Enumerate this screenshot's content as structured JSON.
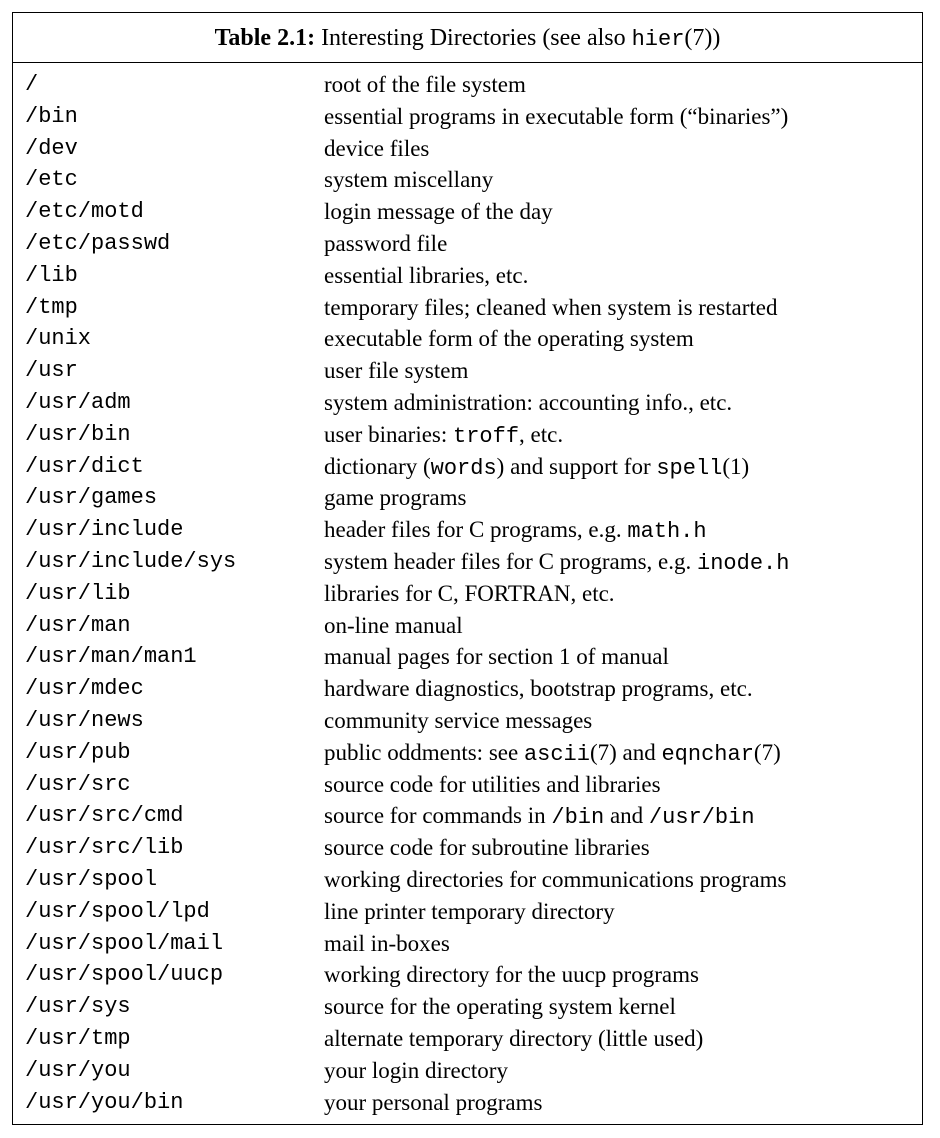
{
  "table": {
    "label": "Table 2.1:",
    "title_text": "Interesting Directories (see also ",
    "title_code": "hier",
    "title_suffix": "(7))",
    "rows": [
      {
        "path": "/",
        "desc": [
          {
            "t": "root of the file system"
          }
        ]
      },
      {
        "path": "/bin",
        "desc": [
          {
            "t": "essential programs in executable form (“binaries”)"
          }
        ]
      },
      {
        "path": "/dev",
        "desc": [
          {
            "t": "device files"
          }
        ]
      },
      {
        "path": "/etc",
        "desc": [
          {
            "t": "system miscellany"
          }
        ]
      },
      {
        "path": "/etc/motd",
        "desc": [
          {
            "t": "login message of the day"
          }
        ]
      },
      {
        "path": "/etc/passwd",
        "desc": [
          {
            "t": "password file"
          }
        ]
      },
      {
        "path": "/lib",
        "desc": [
          {
            "t": "essential libraries, etc."
          }
        ]
      },
      {
        "path": "/tmp",
        "desc": [
          {
            "t": "temporary files; cleaned when system is restarted"
          }
        ]
      },
      {
        "path": "/unix",
        "desc": [
          {
            "t": "executable form of the operating system"
          }
        ]
      },
      {
        "path": "/usr",
        "desc": [
          {
            "t": "user file system"
          }
        ]
      },
      {
        "path": "/usr/adm",
        "desc": [
          {
            "t": "system administration: accounting info., etc."
          }
        ]
      },
      {
        "path": "/usr/bin",
        "desc": [
          {
            "t": "user binaries: "
          },
          {
            "t": "troff",
            "m": true
          },
          {
            "t": ", etc."
          }
        ]
      },
      {
        "path": "/usr/dict",
        "desc": [
          {
            "t": "dictionary ("
          },
          {
            "t": "words",
            "m": true
          },
          {
            "t": ") and support for "
          },
          {
            "t": "spell",
            "m": true
          },
          {
            "t": "(1)"
          }
        ]
      },
      {
        "path": "/usr/games",
        "desc": [
          {
            "t": "game programs"
          }
        ]
      },
      {
        "path": "/usr/include",
        "desc": [
          {
            "t": "header files for C programs, e.g. "
          },
          {
            "t": "math.h",
            "m": true
          }
        ]
      },
      {
        "path": "/usr/include/sys",
        "desc": [
          {
            "t": "system header files for C programs, e.g. "
          },
          {
            "t": "inode.h",
            "m": true
          }
        ]
      },
      {
        "path": "/usr/lib",
        "desc": [
          {
            "t": "libraries for C, FORTRAN, etc."
          }
        ]
      },
      {
        "path": "/usr/man",
        "desc": [
          {
            "t": "on-line manual"
          }
        ]
      },
      {
        "path": "/usr/man/man1",
        "desc": [
          {
            "t": "manual pages for section 1 of manual"
          }
        ]
      },
      {
        "path": "/usr/mdec",
        "desc": [
          {
            "t": "hardware diagnostics, bootstrap programs, etc."
          }
        ]
      },
      {
        "path": "/usr/news",
        "desc": [
          {
            "t": "community service messages"
          }
        ]
      },
      {
        "path": "/usr/pub",
        "desc": [
          {
            "t": "public oddments: see "
          },
          {
            "t": "ascii",
            "m": true
          },
          {
            "t": "(7) and "
          },
          {
            "t": "eqnchar",
            "m": true
          },
          {
            "t": "(7)"
          }
        ]
      },
      {
        "path": "/usr/src",
        "desc": [
          {
            "t": "source code for utilities and libraries"
          }
        ]
      },
      {
        "path": "/usr/src/cmd",
        "desc": [
          {
            "t": "source for commands in "
          },
          {
            "t": "/bin",
            "m": true
          },
          {
            "t": " and "
          },
          {
            "t": "/usr/bin",
            "m": true
          }
        ]
      },
      {
        "path": "/usr/src/lib",
        "desc": [
          {
            "t": "source code for subroutine libraries"
          }
        ]
      },
      {
        "path": "/usr/spool",
        "desc": [
          {
            "t": "working directories for communications programs"
          }
        ]
      },
      {
        "path": "/usr/spool/lpd",
        "desc": [
          {
            "t": "line printer temporary directory"
          }
        ]
      },
      {
        "path": "/usr/spool/mail",
        "desc": [
          {
            "t": "mail in-boxes"
          }
        ]
      },
      {
        "path": "/usr/spool/uucp",
        "desc": [
          {
            "t": "working directory for the uucp programs"
          }
        ]
      },
      {
        "path": "/usr/sys",
        "desc": [
          {
            "t": "source for the operating system kernel"
          }
        ]
      },
      {
        "path": "/usr/tmp",
        "desc": [
          {
            "t": "alternate temporary directory (little used)"
          }
        ]
      },
      {
        "path": "/usr/you",
        "desc": [
          {
            "t": "your login directory"
          }
        ]
      },
      {
        "path": "/usr/you/bin",
        "desc": [
          {
            "t": "your personal programs"
          }
        ]
      }
    ]
  }
}
